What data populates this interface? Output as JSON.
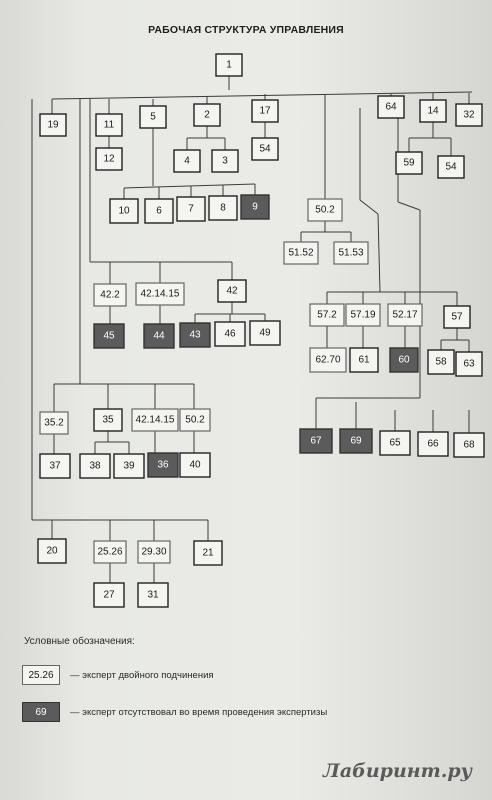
{
  "title": "РАБОЧАЯ СТРУКТУРА УПРАВЛЕНИЯ",
  "legend": {
    "title": "Условные обозначения:",
    "dual_sample": "25.26",
    "dual_text": "— эксперт двойного подчинения",
    "absent_sample": "69",
    "absent_text": "— эксперт отсутствовал во время проведения экспертизы"
  },
  "watermark": "Лабиринт.ру",
  "nodes": [
    {
      "id": "1",
      "label": "1",
      "type": "normal"
    },
    {
      "id": "19",
      "label": "19",
      "type": "normal"
    },
    {
      "id": "11",
      "label": "11",
      "type": "normal"
    },
    {
      "id": "12",
      "label": "12",
      "type": "normal"
    },
    {
      "id": "5",
      "label": "5",
      "type": "normal"
    },
    {
      "id": "2",
      "label": "2",
      "type": "normal"
    },
    {
      "id": "4",
      "label": "4",
      "type": "normal"
    },
    {
      "id": "3",
      "label": "3",
      "type": "normal"
    },
    {
      "id": "17",
      "label": "17",
      "type": "normal"
    },
    {
      "id": "54a",
      "label": "54",
      "type": "normal"
    },
    {
      "id": "10",
      "label": "10",
      "type": "normal"
    },
    {
      "id": "6",
      "label": "6",
      "type": "normal"
    },
    {
      "id": "7",
      "label": "7",
      "type": "normal"
    },
    {
      "id": "8",
      "label": "8",
      "type": "normal"
    },
    {
      "id": "9",
      "label": "9",
      "type": "absent"
    },
    {
      "id": "64",
      "label": "64",
      "type": "normal"
    },
    {
      "id": "14",
      "label": "14",
      "type": "normal"
    },
    {
      "id": "32",
      "label": "32",
      "type": "normal"
    },
    {
      "id": "59",
      "label": "59",
      "type": "normal"
    },
    {
      "id": "54b",
      "label": "54",
      "type": "normal"
    },
    {
      "id": "50.2a",
      "label": "50.2",
      "type": "dual"
    },
    {
      "id": "51.52",
      "label": "51.52",
      "type": "dual"
    },
    {
      "id": "51.53",
      "label": "51.53",
      "type": "dual"
    },
    {
      "id": "42.2",
      "label": "42.2",
      "type": "dual"
    },
    {
      "id": "42.14.15a",
      "label": "42.14.15",
      "type": "dual"
    },
    {
      "id": "42",
      "label": "42",
      "type": "normal"
    },
    {
      "id": "45",
      "label": "45",
      "type": "absent"
    },
    {
      "id": "44",
      "label": "44",
      "type": "absent"
    },
    {
      "id": "43",
      "label": "43",
      "type": "absent"
    },
    {
      "id": "46",
      "label": "46",
      "type": "normal"
    },
    {
      "id": "49",
      "label": "49",
      "type": "normal"
    },
    {
      "id": "57.2",
      "label": "57.2",
      "type": "dual"
    },
    {
      "id": "57.19",
      "label": "57.19",
      "type": "dual"
    },
    {
      "id": "52.17",
      "label": "52.17",
      "type": "dual"
    },
    {
      "id": "57",
      "label": "57",
      "type": "normal"
    },
    {
      "id": "62.70",
      "label": "62.70",
      "type": "dual"
    },
    {
      "id": "61",
      "label": "61",
      "type": "normal"
    },
    {
      "id": "60",
      "label": "60",
      "type": "absent"
    },
    {
      "id": "58",
      "label": "58",
      "type": "normal"
    },
    {
      "id": "63",
      "label": "63",
      "type": "normal"
    },
    {
      "id": "35.2",
      "label": "35.2",
      "type": "dual"
    },
    {
      "id": "35",
      "label": "35",
      "type": "normal"
    },
    {
      "id": "42.14.15b",
      "label": "42.14.15",
      "type": "dual"
    },
    {
      "id": "50.2b",
      "label": "50.2",
      "type": "dual"
    },
    {
      "id": "37",
      "label": "37",
      "type": "normal"
    },
    {
      "id": "38",
      "label": "38",
      "type": "normal"
    },
    {
      "id": "39",
      "label": "39",
      "type": "normal"
    },
    {
      "id": "36",
      "label": "36",
      "type": "absent"
    },
    {
      "id": "40",
      "label": "40",
      "type": "normal"
    },
    {
      "id": "67",
      "label": "67",
      "type": "absent"
    },
    {
      "id": "69",
      "label": "69",
      "type": "absent"
    },
    {
      "id": "65",
      "label": "65",
      "type": "normal"
    },
    {
      "id": "66",
      "label": "66",
      "type": "normal"
    },
    {
      "id": "68",
      "label": "68",
      "type": "normal"
    },
    {
      "id": "20",
      "label": "20",
      "type": "normal"
    },
    {
      "id": "25.26",
      "label": "25.26",
      "type": "dual"
    },
    {
      "id": "29.30",
      "label": "29.30",
      "type": "dual"
    },
    {
      "id": "21",
      "label": "21",
      "type": "normal"
    },
    {
      "id": "27",
      "label": "27",
      "type": "normal"
    },
    {
      "id": "31",
      "label": "31",
      "type": "normal"
    }
  ]
}
